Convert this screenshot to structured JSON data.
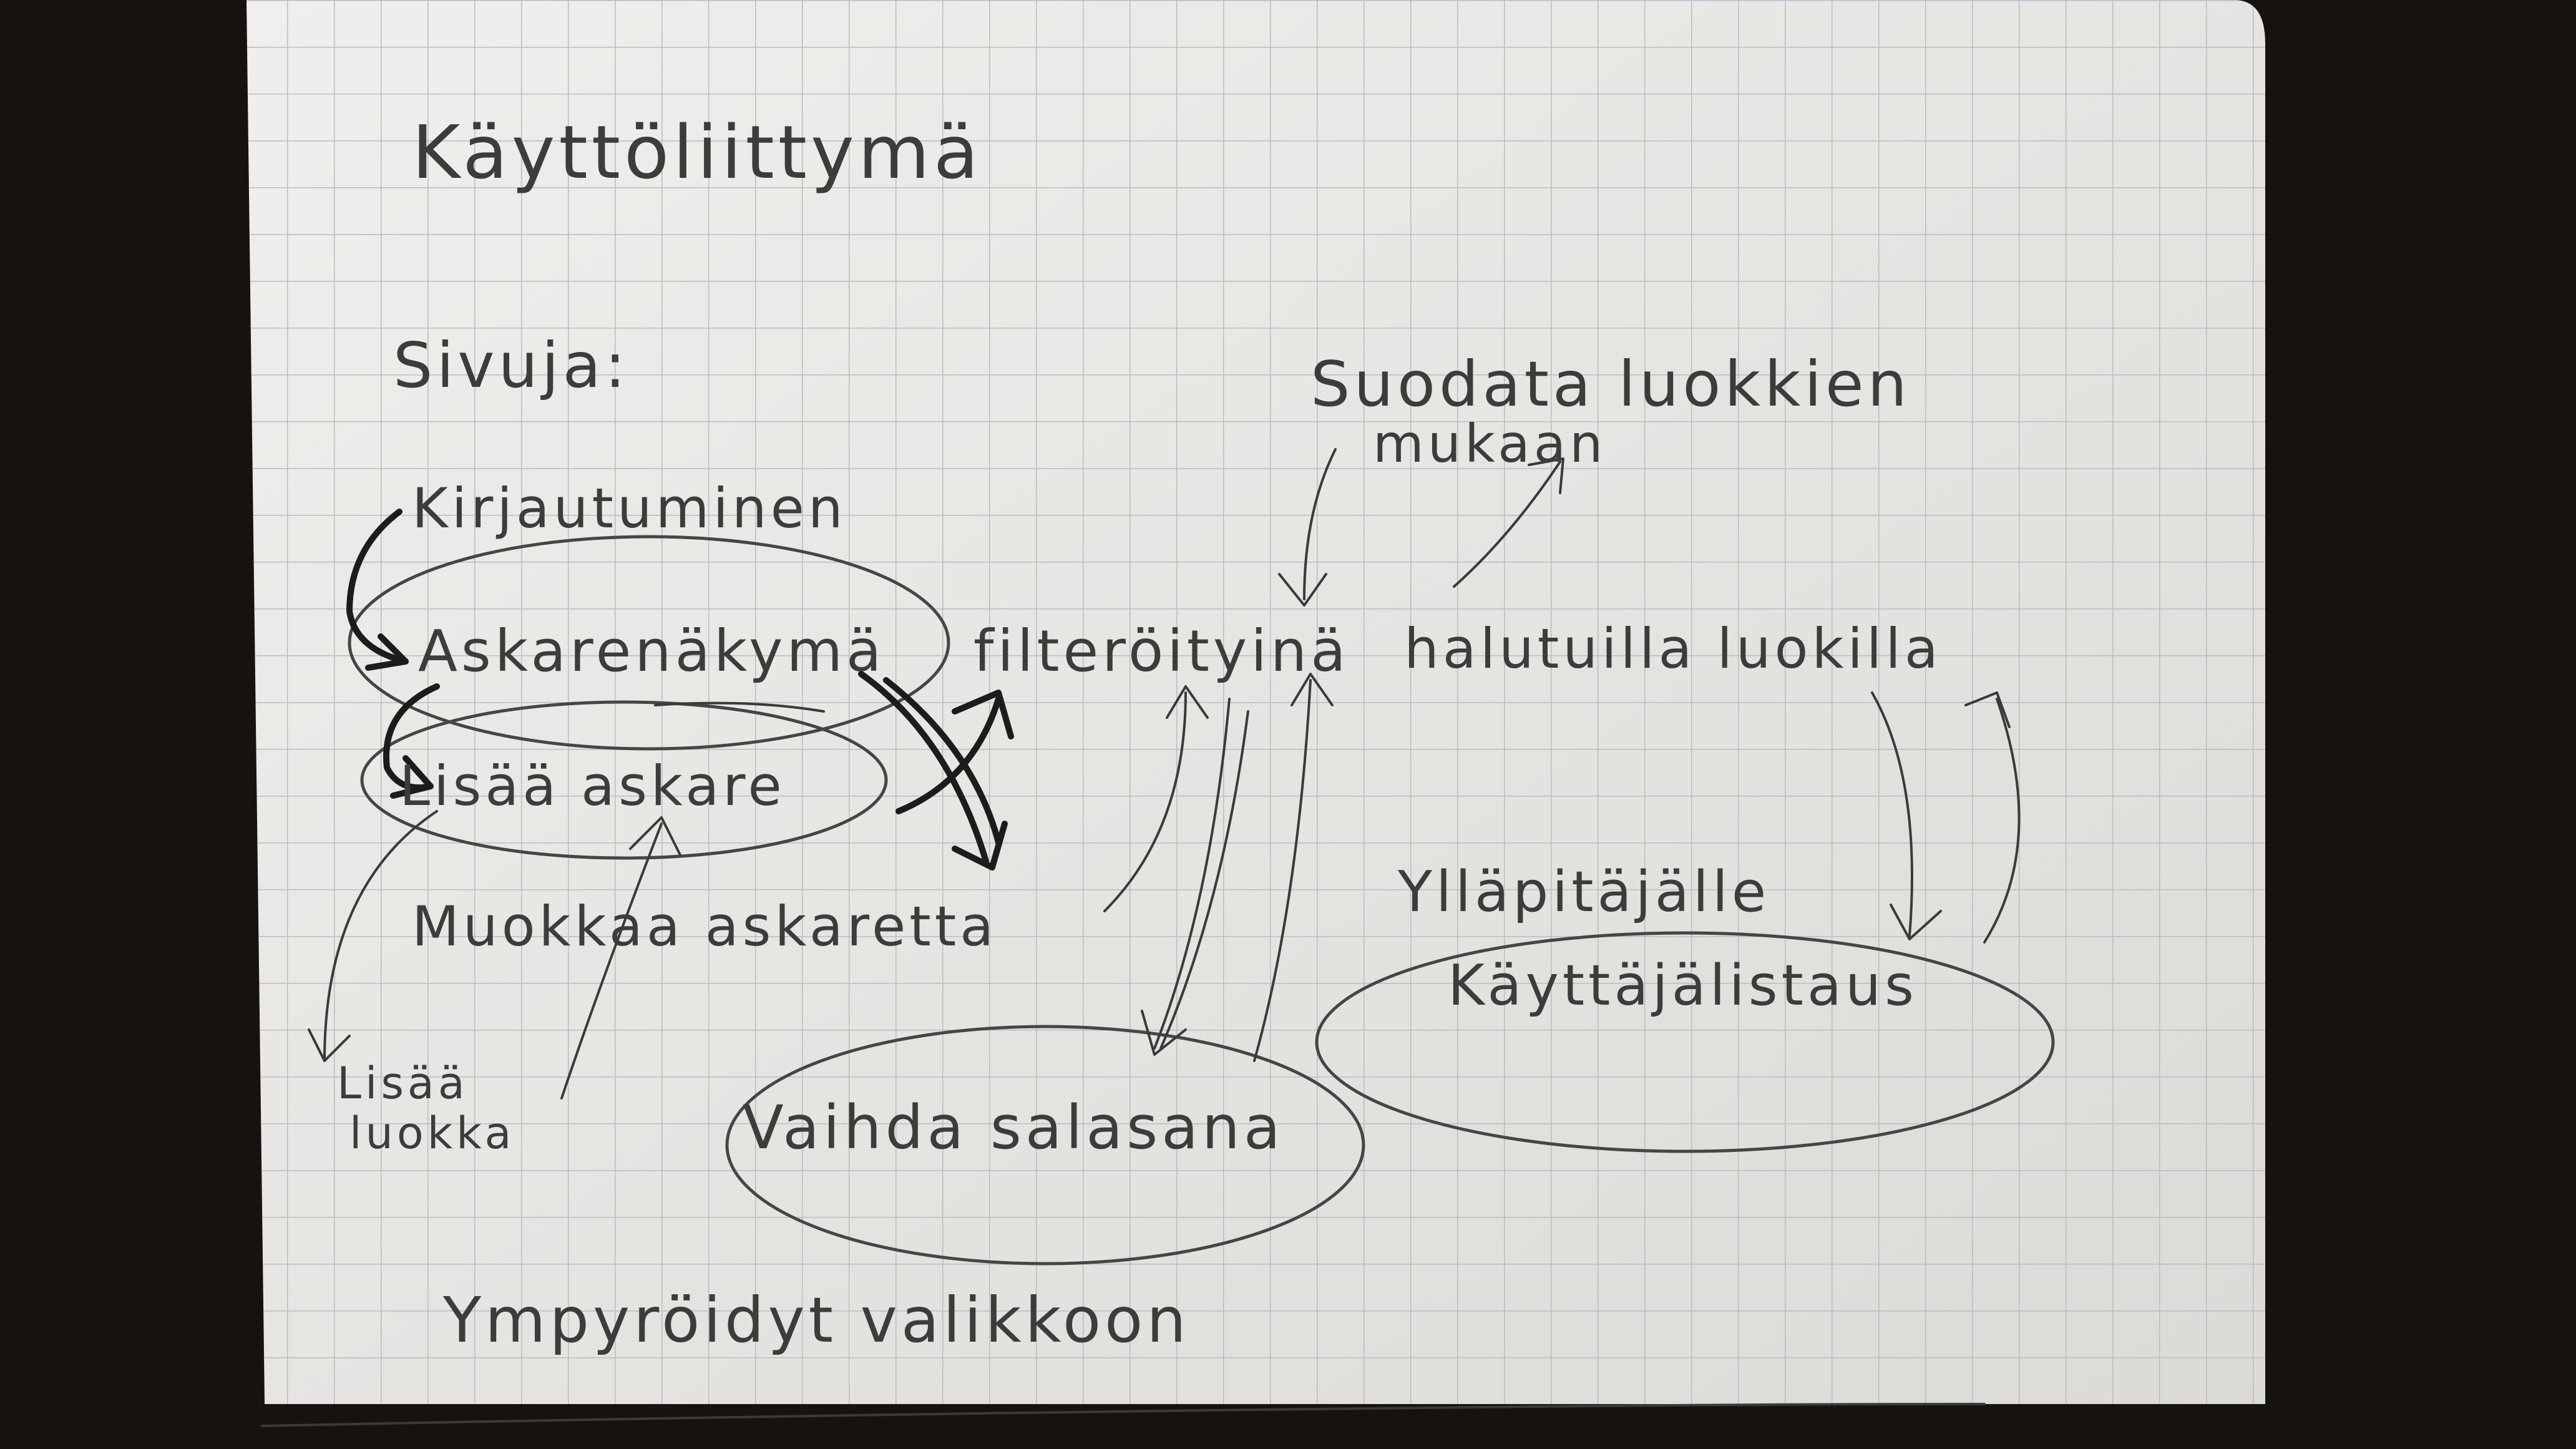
{
  "title": "Käyttöliittymä",
  "pages_label": "Sivuja:",
  "nodes": {
    "login": "Kirjautuminen",
    "task_view": "Askarenäkymä",
    "filtered": "filteröityinä",
    "by_categories": "halutuilla luokilla",
    "add_task": "Lisää askare",
    "edit_task": "Muokkaa askaretta",
    "add_category": "Lisää luokka",
    "change_password": "Vaihda salasana",
    "admin_note": "Ylläpitäjälle",
    "user_list": "Käyttäjälistaus",
    "filter_note_line1": "Suodata luokkien",
    "filter_note_line2": "mukaan"
  },
  "footer_note": "Ympyröidyt valikkoon",
  "colors": {
    "paper": "#e9e8e6",
    "grid": "#b9bcc4",
    "ink": "#3a3a3a",
    "background": "#151210"
  }
}
